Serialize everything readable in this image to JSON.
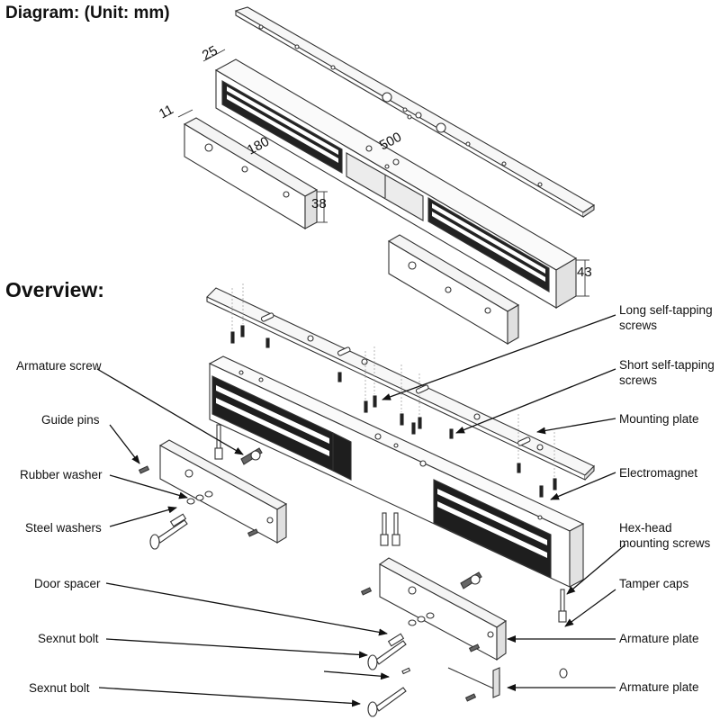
{
  "headings": {
    "diagram": "Diagram: (Unit: mm)",
    "overview": "Overview:"
  },
  "dimensions": {
    "d25": "25",
    "d11": "11",
    "d180": "180",
    "d500": "500",
    "d38": "38",
    "d43": "43"
  },
  "labels": {
    "long_screws": "Long self-tapping screws",
    "short_screws": "Short self-tapping screws",
    "mounting_plate": "Mounting plate",
    "electromagnet": "Electromagnet",
    "hex_head_screws": "Hex-head mounting screws",
    "tamper_caps": "Tamper caps",
    "armature_plate_1": "Armature plate",
    "armature_plate_2": "Armature plate",
    "armature_screw": "Armature screw",
    "guide_pins": "Guide pins",
    "rubber_washer": "Rubber washer",
    "steel_washers": "Steel washers",
    "door_spacer": "Door spacer",
    "sexnut_bolt_1": "Sexnut bolt",
    "sexnut_bolt_2": "Sexnut bolt"
  }
}
